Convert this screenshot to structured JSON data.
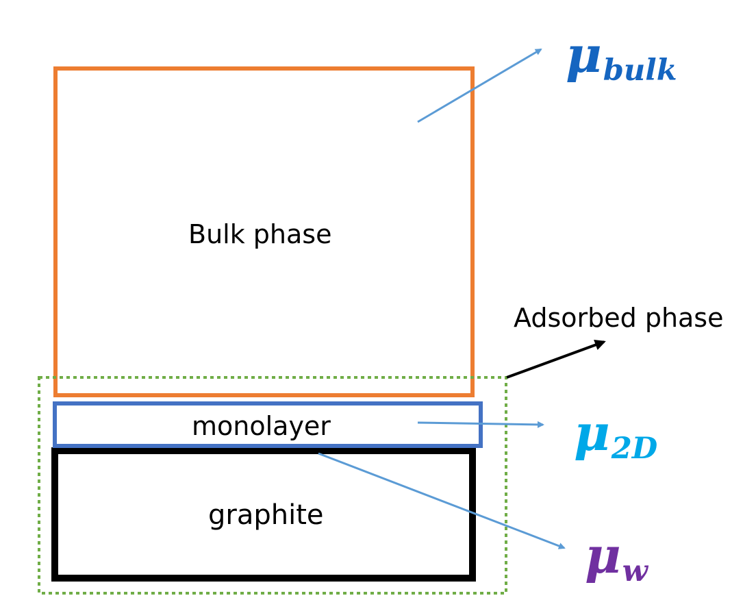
{
  "labels": {
    "bulk_phase": "Bulk phase",
    "adsorbed_phase": "Adsorbed phase",
    "monolayer": "monolayer",
    "graphite": "graphite"
  },
  "potentials": {
    "bulk": {
      "symbol": "μ",
      "subscript": "bulk",
      "color": "#1565C0"
    },
    "two_d": {
      "symbol": "μ",
      "subscript": "2D",
      "color": "#00A8E8"
    },
    "wall": {
      "symbol": "μ",
      "subscript": "w",
      "color": "#7030A0"
    }
  },
  "colors": {
    "bulk_box": "#ED7D31",
    "monolayer_box": "#4472C4",
    "graphite_box": "#000000",
    "adsorbed_region": "#70AD47",
    "pointer_arrow": "#5B9BD5",
    "adsorbed_arrow": "#000000"
  }
}
